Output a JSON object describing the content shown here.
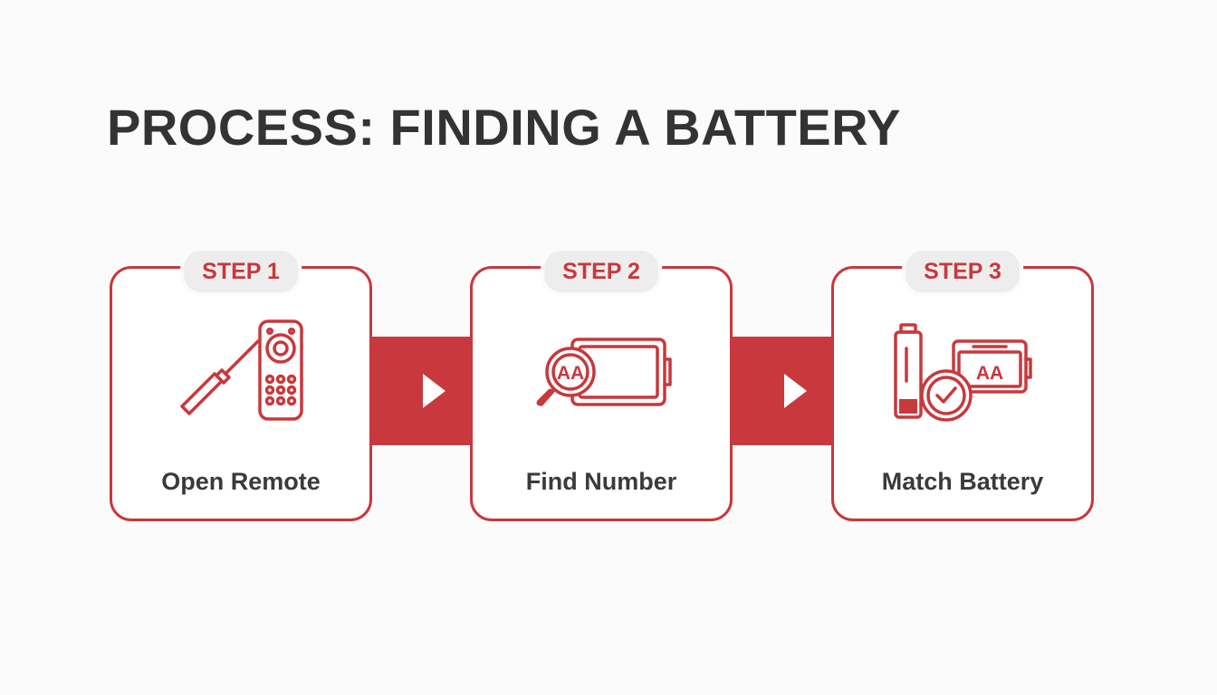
{
  "title": "PROCESS: FINDING A BATTERY",
  "colors": {
    "accent": "#c8383c",
    "text": "#333333",
    "badge_bg": "#ededed",
    "background": "#fbfbfb"
  },
  "steps": [
    {
      "badge": "STEP 1",
      "label": "Open Remote",
      "icons": [
        "screwdriver-icon",
        "remote-control-icon"
      ]
    },
    {
      "badge": "STEP 2",
      "label": "Find Number",
      "icons": [
        "magnifier-icon",
        "battery-compartment-icon"
      ],
      "icon_text": "AA"
    },
    {
      "badge": "STEP 3",
      "label": "Match Battery",
      "icons": [
        "battery-icon",
        "battery-compartment-icon",
        "checkmark-icon"
      ],
      "icon_text": "AA"
    }
  ],
  "connectors": [
    "arrow-right-icon",
    "arrow-right-icon"
  ]
}
